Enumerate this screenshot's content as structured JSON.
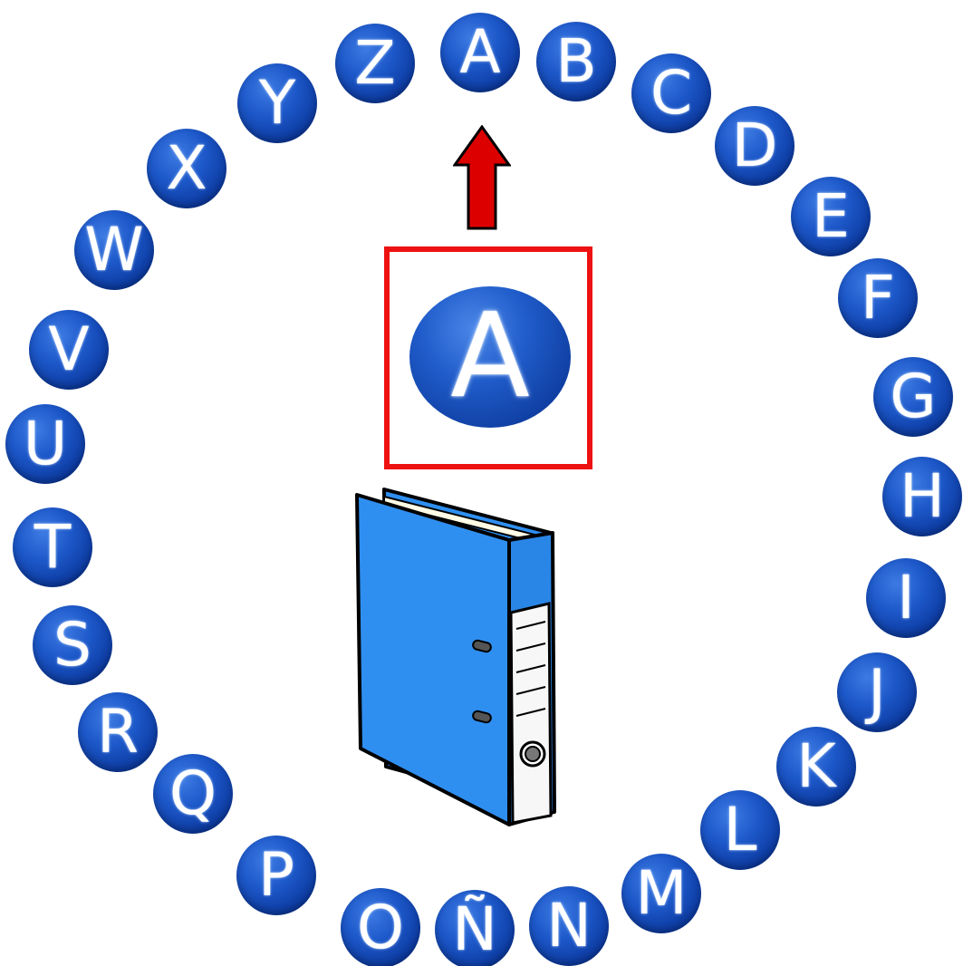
{
  "ring_letters": [
    "A",
    "B",
    "C",
    "D",
    "E",
    "F",
    "G",
    "H",
    "I",
    "J",
    "K",
    "L",
    "M",
    "N",
    "Ñ",
    "O",
    "P",
    "Q",
    "R",
    "S",
    "T",
    "U",
    "V",
    "W",
    "X",
    "Y",
    "Z"
  ],
  "highlighted_letter": "A",
  "arrow_icon": "up-arrow-icon",
  "binder_icon": "ring-binder-icon",
  "colors": {
    "letter_circle": "#1d58c9",
    "highlight_border": "#ee1111",
    "arrow": "#dd0000",
    "binder": "#2f8ff0"
  }
}
